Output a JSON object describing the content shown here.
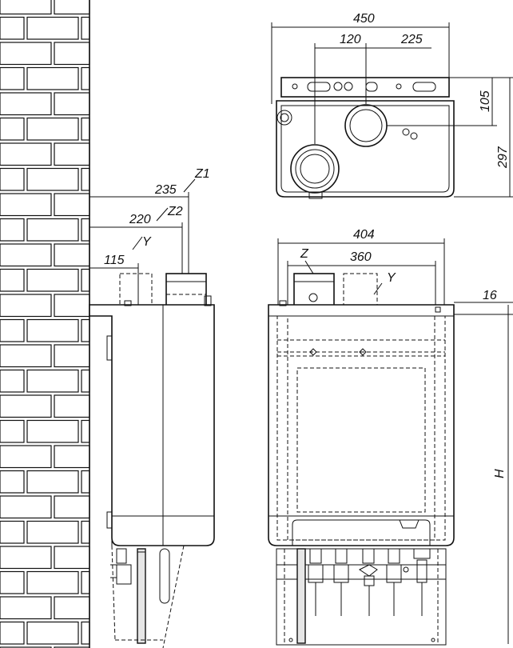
{
  "drawing": {
    "top_view": {
      "width_dim": "450",
      "offset_dim": "120",
      "centre_dim": "225",
      "depth_dim_short": "105",
      "depth_dim_full": "297"
    },
    "side_view": {
      "dim_z1": "235",
      "label_z1": "Z1",
      "dim_z2": "220",
      "label_z2": "Z2",
      "dim_y": "115",
      "label_y": "Y"
    },
    "front_view": {
      "overall_width_dim": "404",
      "inner_width_dim": "360",
      "label_z": "Z",
      "label_y": "Y",
      "edge_dim": "16",
      "height_label": "H"
    }
  }
}
